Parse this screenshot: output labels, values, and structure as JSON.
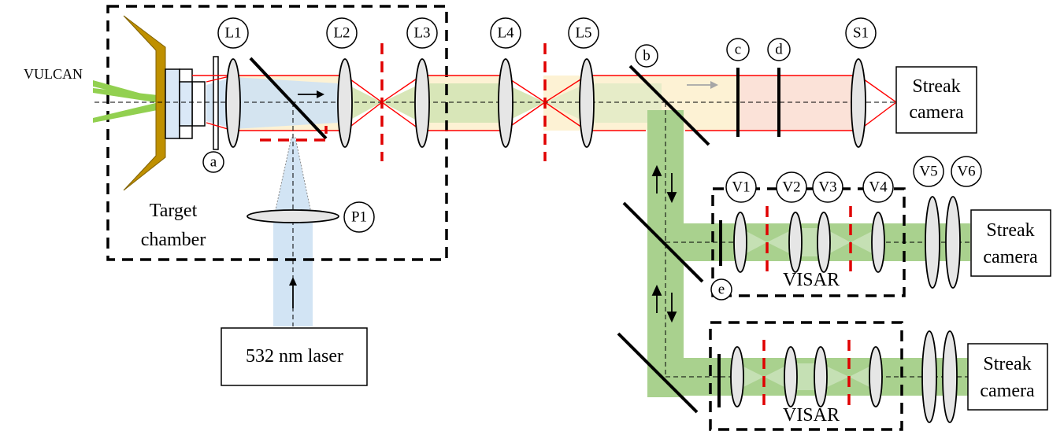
{
  "labels": {
    "vulcan": "VULCAN",
    "target_chamber_line1": "Target",
    "target_chamber_line2": "chamber",
    "laser": "532 nm laser",
    "visar_top": "VISAR",
    "visar_bottom": "VISAR",
    "streak_top_line1": "Streak",
    "streak_top_line2": "camera",
    "streak_mid_line1": "Streak",
    "streak_mid_line2": "camera",
    "streak_bot_line1": "Streak",
    "streak_bot_line2": "camera"
  },
  "circle_labels": {
    "L1": "L1",
    "L2": "L2",
    "L3": "L3",
    "L4": "L4",
    "L5": "L5",
    "S1": "S1",
    "P1": "P1",
    "a": "a",
    "b": "b",
    "c": "c",
    "d": "d",
    "e": "e",
    "V1": "V1",
    "V2": "V2",
    "V3": "V3",
    "V4": "V4",
    "V5": "V5",
    "V6": "V6"
  },
  "colors": {
    "probe_beam": "#cfe3f3",
    "green_beam": "#a9d18e",
    "yellow_beam": "#fdf0d0",
    "pink_beam": "#fbe0d6",
    "drive_beam": "#92d050",
    "target_cone": "#bf9000",
    "target_block": "#dae8f7",
    "red_ray": "#ff0000"
  }
}
